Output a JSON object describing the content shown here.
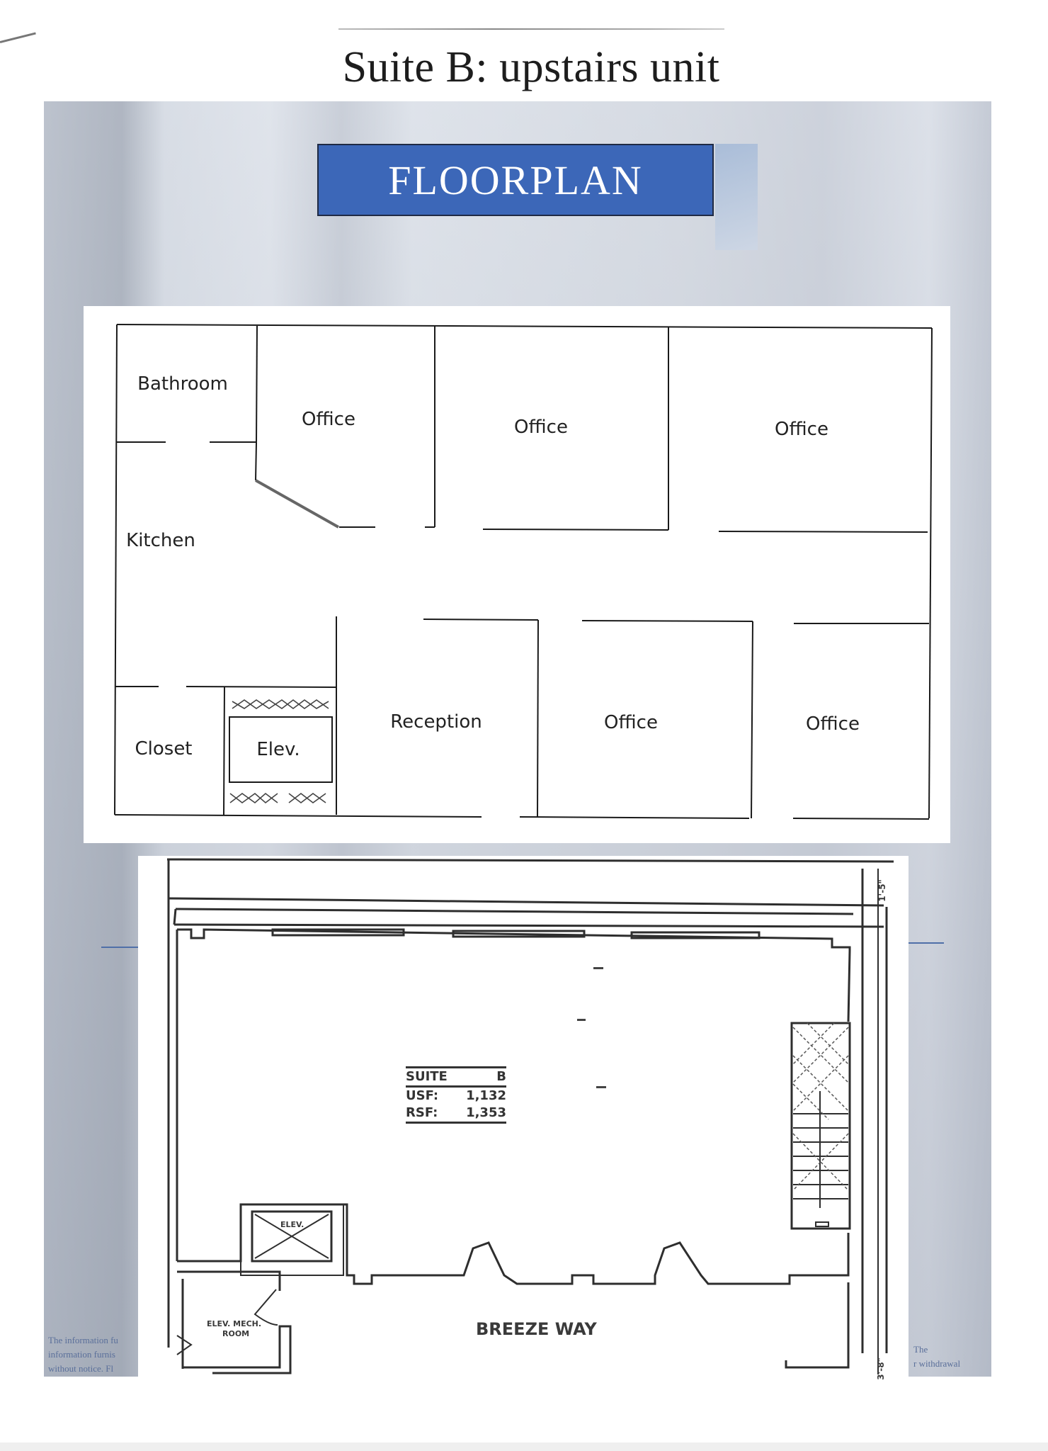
{
  "page": {
    "title": "Suite B: upstairs unit",
    "banner": "FLOORPLAN",
    "colors": {
      "banner_bg": "#3c67b8",
      "banner_text": "#ffffff",
      "title_text": "#1d1d1d"
    }
  },
  "simple_plan": {
    "rooms": [
      {
        "id": "bathroom",
        "label": "Bathroom"
      },
      {
        "id": "office-top-1",
        "label": "Office"
      },
      {
        "id": "office-top-2",
        "label": "Office"
      },
      {
        "id": "office-top-3",
        "label": "Office"
      },
      {
        "id": "kitchen",
        "label": "Kitchen"
      },
      {
        "id": "closet",
        "label": "Closet"
      },
      {
        "id": "elevator",
        "label": "Elev."
      },
      {
        "id": "reception",
        "label": "Reception"
      },
      {
        "id": "office-bottom-1",
        "label": "Office"
      },
      {
        "id": "office-bottom-2",
        "label": "Office"
      }
    ]
  },
  "blueprint": {
    "suite_label": "SUITE",
    "suite_id": "B",
    "usf_label": "USF:",
    "usf_value": "1,132",
    "rsf_label": "RSF:",
    "rsf_value": "1,353",
    "elevator_label": "ELEV.",
    "mech_room_label_1": "ELEV. MECH.",
    "mech_room_label_2": "ROOM",
    "breezeway_label": "BREEZE WAY",
    "dimension_top_right": "1'-5\"",
    "dimension_bottom_right": "3'-8\""
  },
  "footnotes": {
    "left_lines": [
      "The information fu",
      "information furnis",
      "without notice.  Fl"
    ],
    "right_lines": [
      "The",
      "r withdrawal"
    ]
  }
}
